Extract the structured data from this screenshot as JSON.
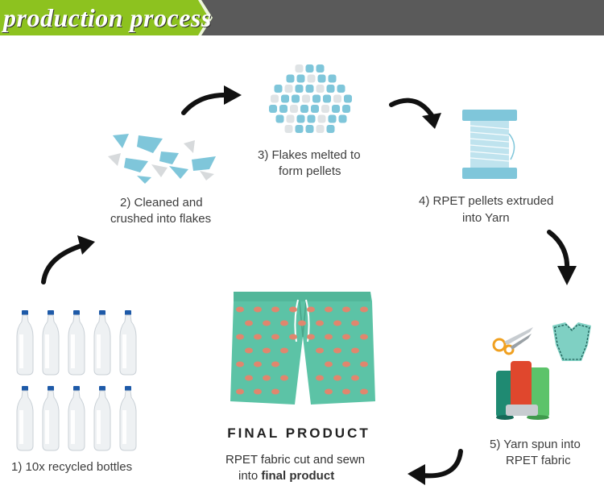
{
  "header": {
    "title": "production process"
  },
  "steps": {
    "step1": {
      "line1": "1) 10x recycled bottles"
    },
    "step2": {
      "line1": "2) Cleaned and",
      "line2": "crushed into flakes"
    },
    "step3": {
      "line1": "3) Flakes melted to",
      "line2": "form pellets"
    },
    "step4": {
      "line1": "4) RPET pellets extruded",
      "line2": "into Yarn"
    },
    "step5": {
      "line1": "5) Yarn spun into",
      "line2": "RPET fabric"
    }
  },
  "final": {
    "title": "FINAL PRODUCT",
    "desc_line1": "RPET fabric cut and sewn",
    "desc_line2_prefix": "into ",
    "desc_line2_bold": "final product"
  },
  "colors": {
    "header_bg": "#5a5a5a",
    "header_accent": "#8dc21f",
    "flake_blue": "#7fc6da",
    "shorts_teal": "#5cc3a6",
    "arrow": "#111111"
  }
}
